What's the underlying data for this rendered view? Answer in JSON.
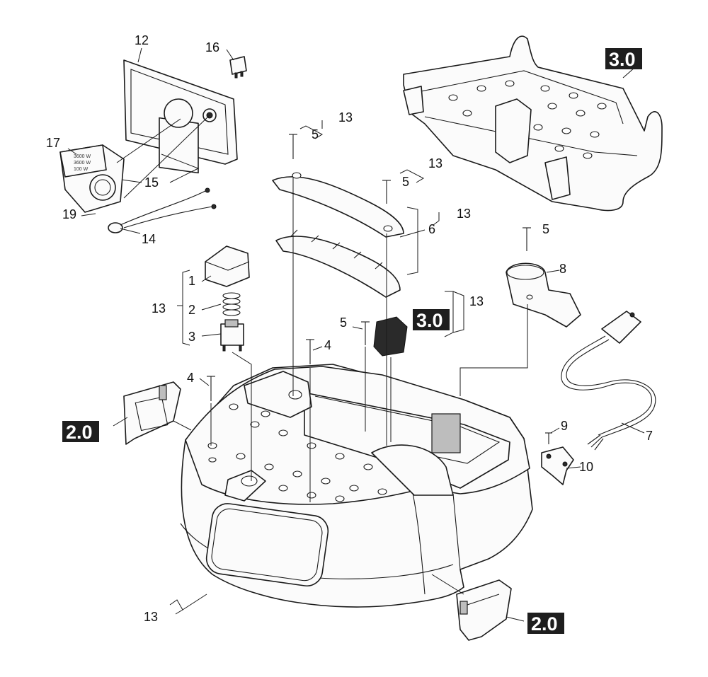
{
  "callouts": {
    "p1": "1",
    "p2": "2",
    "p3": "3",
    "p4a": "4",
    "p4b": "4",
    "p5a": "5",
    "p5b": "5",
    "p5c": "5",
    "p5d": "5",
    "p6": "6",
    "p7": "7",
    "p8": "8",
    "p9": "9",
    "p10": "10",
    "p12": "12",
    "p13a": "13",
    "p13b": "13",
    "p13c": "13",
    "p13d": "13",
    "p13e": "13",
    "p13f": "13",
    "p14": "14",
    "p15": "15",
    "p16": "16",
    "p17": "17",
    "p19": "19"
  },
  "refs": {
    "r1": "3.0",
    "r2": "3.0",
    "r3": "2.0",
    "r4": "2.0"
  },
  "label_text": {
    "line1": "3600 W",
    "line2": "3600 W",
    "line3": "100 W"
  }
}
